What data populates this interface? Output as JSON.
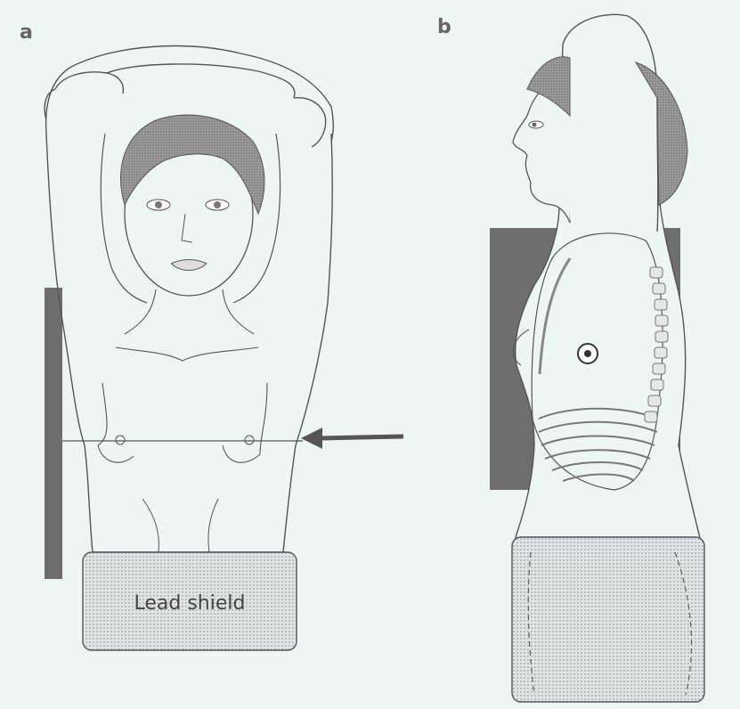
{
  "panels": {
    "a": {
      "label": "a",
      "shield_label": "Lead shield",
      "view": "frontal",
      "arrow_direction": "left"
    },
    "b": {
      "label": "b",
      "view": "lateral"
    }
  },
  "colors": {
    "background": "#eef6f4",
    "detector_plate": "#6e6e6e",
    "shield_fill": "#d8dde0",
    "outline": "#555555",
    "arrow": "#555555",
    "hair": "#8a8a8a"
  }
}
